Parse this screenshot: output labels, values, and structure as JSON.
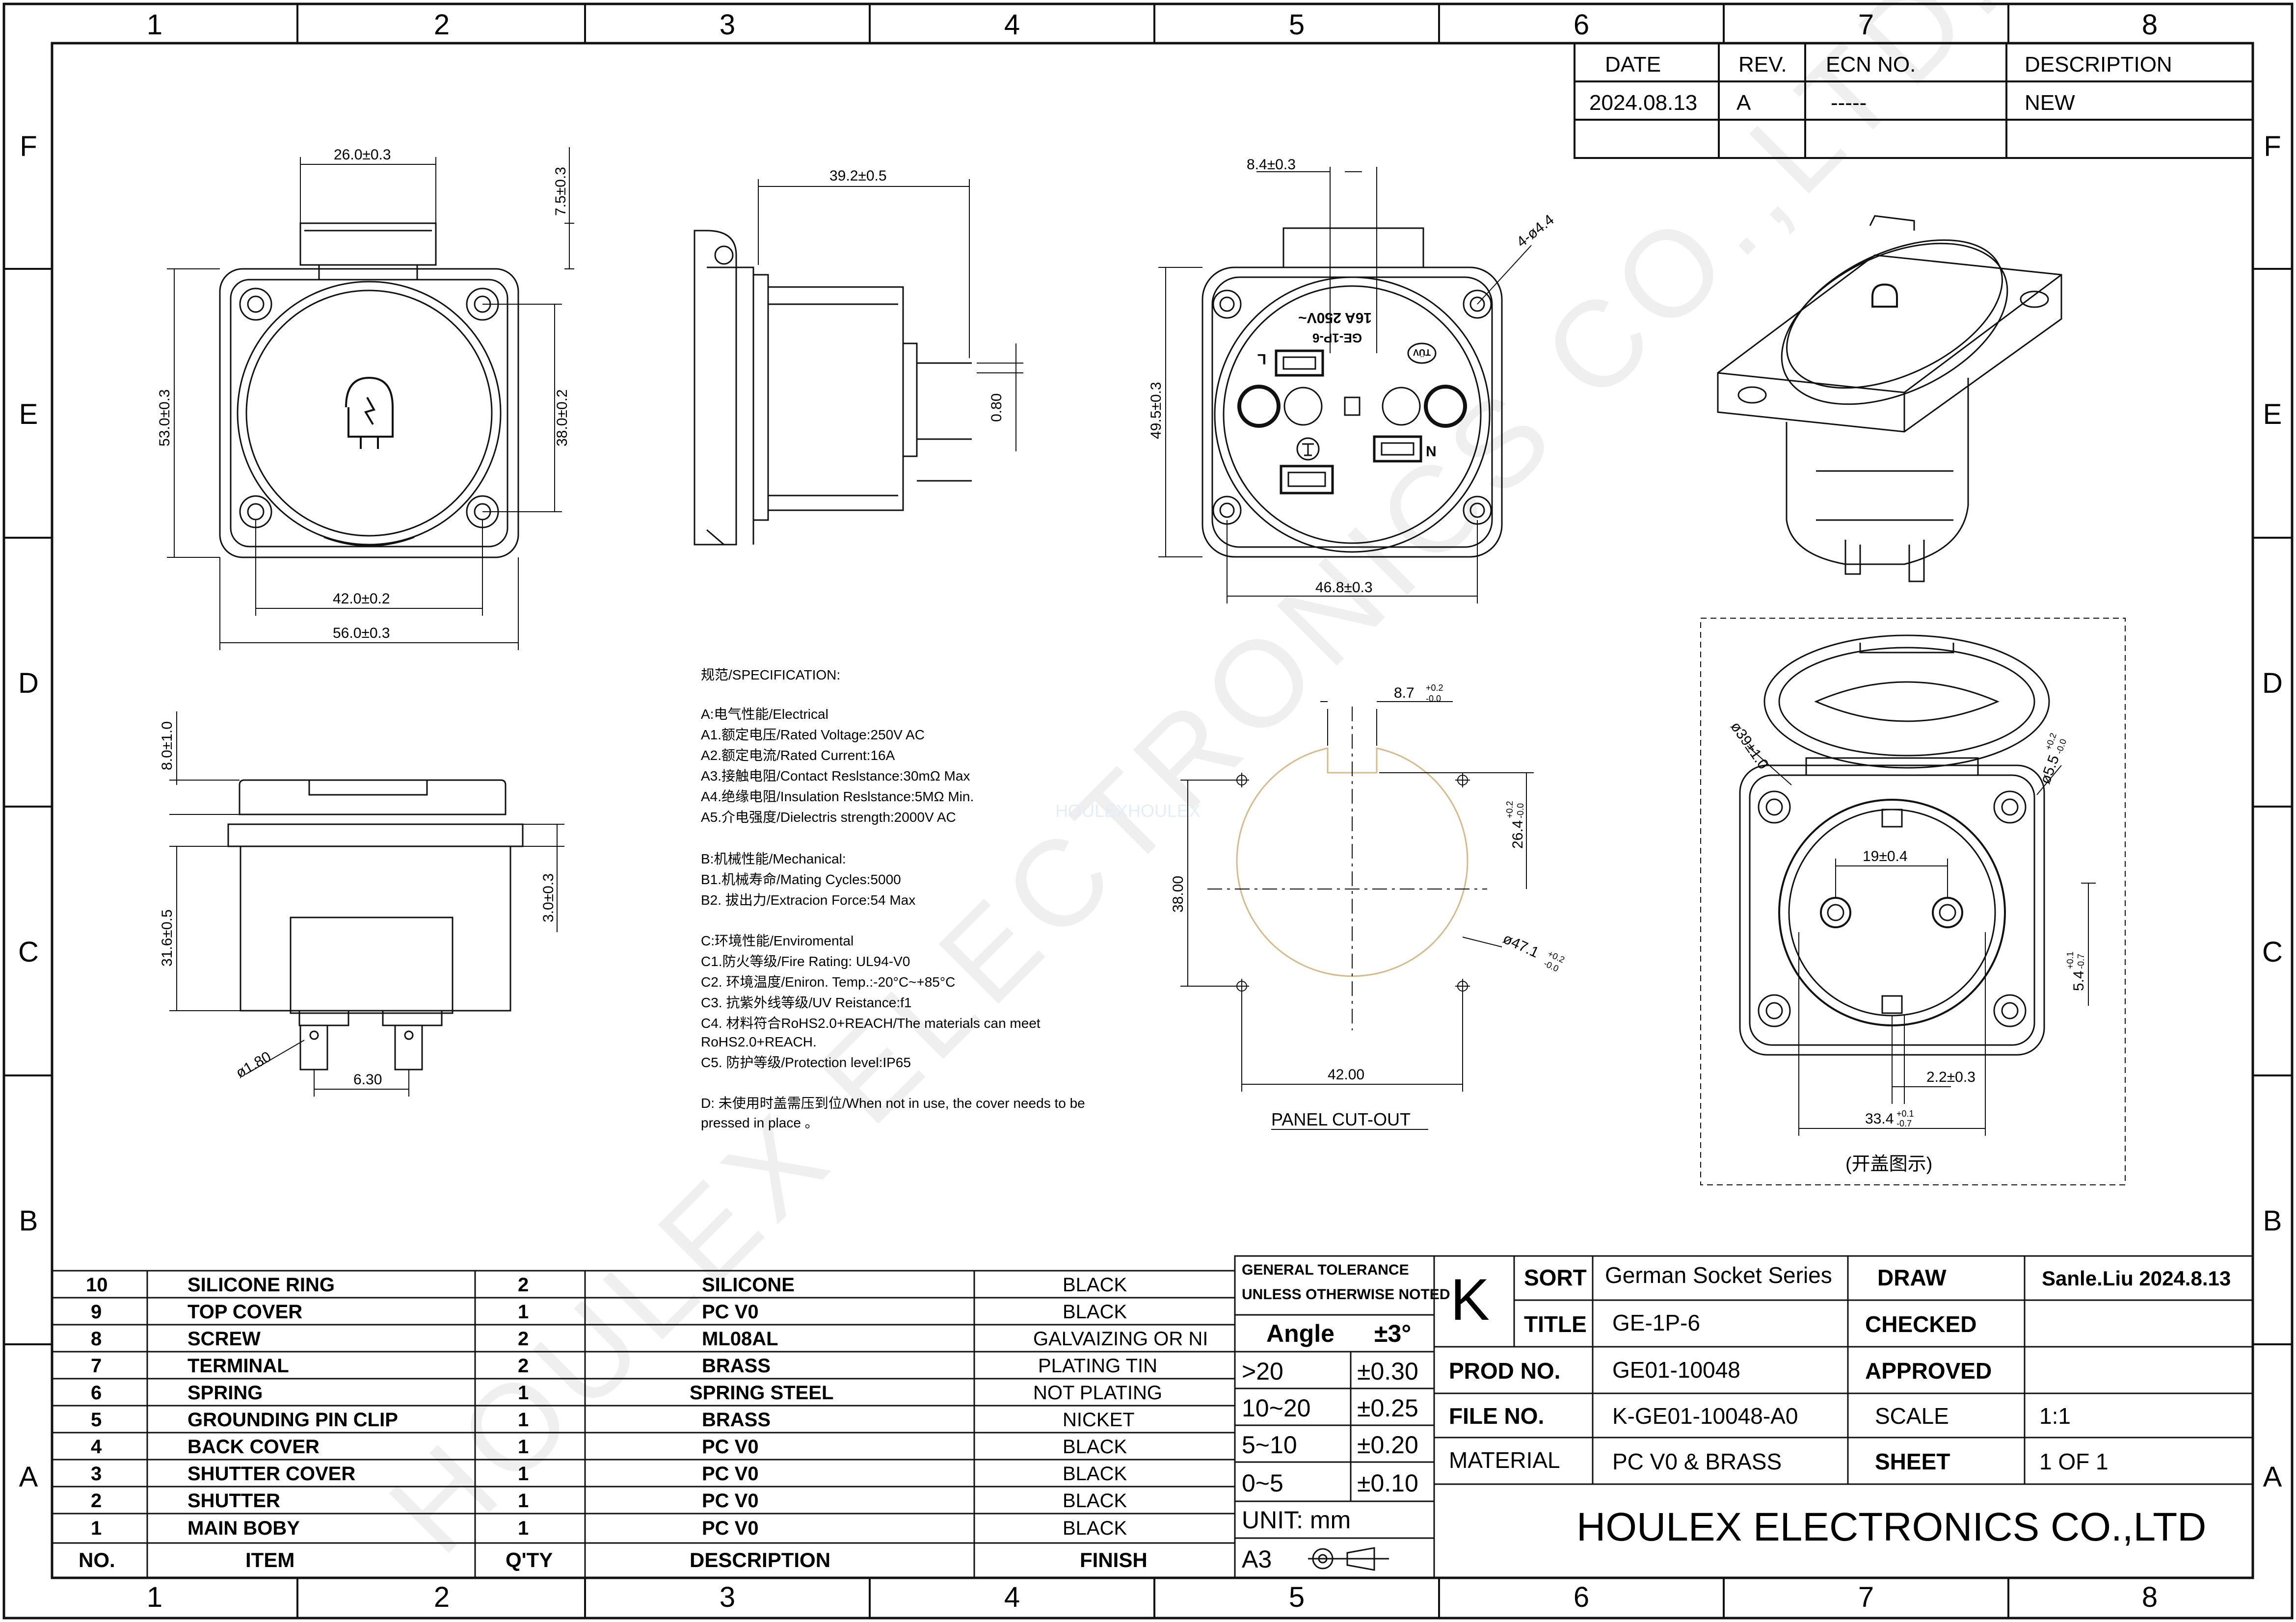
{
  "zone_columns": [
    "1",
    "2",
    "3",
    "4",
    "5",
    "6",
    "7",
    "8"
  ],
  "zone_rows": [
    "F",
    "E",
    "D",
    "C",
    "B",
    "A"
  ],
  "revision": {
    "headers": [
      "DATE",
      "REV.",
      "ECN NO.",
      "DESCRIPTION"
    ],
    "row": [
      "2024.08.13",
      "A",
      "-----",
      "NEW"
    ]
  },
  "watermark": {
    "text": "HOULEX ELECTRONICS CO.,LTD.",
    "small": "HOULEXHOULEX"
  },
  "dims": {
    "front_top": "26.0±0.3",
    "front_cover": "7.5±0.3",
    "front_h": "53.0±0.3",
    "front_hole_v": "38.0±0.2",
    "front_hole_h": "42.0±0.2",
    "front_w": "56.0±0.3",
    "side_depth": "39.2±0.5",
    "side_pin": "0.80",
    "back_pin": "8.4±0.3",
    "back_holes": "4-ø4.4",
    "back_h": "49.5±0.3",
    "back_w": "46.8±0.3",
    "bottom_cover": "8.0±1.0",
    "bottom_h": "31.6±0.5",
    "bottom_flange": "3.0±0.3",
    "bottom_pin_d": "ø1.80",
    "bottom_pin_pitch": "6.30",
    "cut_notch": "8.7",
    "cut_notch_tol": [
      "+0.2",
      "-0.0"
    ],
    "cut_26": "26.4",
    "cut_26_tol": [
      "+0.2",
      "-0.0"
    ],
    "cut_d": "ø47.1",
    "cut_d_tol": [
      "+0.2",
      "-0.0"
    ],
    "cut_38": "38.00",
    "cut_42": "42.00",
    "open_d39": "ø39±1.0",
    "open_d55": "ø5.5",
    "open_d55_tol": [
      "+0.2",
      "-0.0"
    ],
    "open_19": "19±0.4",
    "open_54": "5.4",
    "open_54_tol": [
      "+0.1",
      "-0.7"
    ],
    "open_22": "2.2±0.3",
    "open_334": "33.4",
    "open_334_tol": [
      "+0.1",
      "-0.7"
    ]
  },
  "back_marks": {
    "voltage": "16A 250V~",
    "model": "GE-1P-6",
    "tuv": "TÜV",
    "L": "L",
    "N": "N"
  },
  "labels": {
    "panel_cutout": "PANEL CUT-OUT",
    "open_view": "(开盖图示)"
  },
  "spec": [
    "规范/SPECIFICATION:",
    "",
    "A:电气性能/Electrical",
    "A1.额定电压/Rated Voltage:250V AC",
    "A2.额定电流/Rated Current:16A",
    "A3.接触电阻/Contact Reslstance:30mΩ Max",
    "A4.绝缘电阻/Insulation Reslstance:5MΩ Min.",
    "A5.介电强度/Dielectris strength:2000V AC",
    "",
    "B:机械性能/Mechanical:",
    "B1.机械寿命/Mating Cycles:5000",
    "B2. 拔出力/Extracion Force:54 Max",
    "",
    "C:环境性能/Enviromental",
    "C1.防火等级/Fire Rating: UL94-V0",
    "C2. 环境温度/Eniron. Temp.:-20°C~+85°C",
    "C3. 抗紫外线等级/UV Reistance:f1",
    "C4. 材料符合RoHS2.0+REACH/The materials can meet",
    "RoHS2.0+REACH.",
    "C5. 防护等级/Protection level:IP65",
    "",
    "D: 未使用时盖需压到位/When not in use, the cover needs to be",
    "pressed in place 。"
  ],
  "bom": {
    "headers": [
      "NO.",
      "ITEM",
      "Q'TY",
      "DESCRIPTION",
      "FINISH"
    ],
    "rows": [
      [
        "10",
        "SILICONE  RING",
        "2",
        "SILICONE",
        "BLACK"
      ],
      [
        "9",
        "TOP  COVER",
        "1",
        "PC  V0",
        "BLACK"
      ],
      [
        "8",
        "SCREW",
        "2",
        "ML08AL",
        "GALVAIZING  OR  NI"
      ],
      [
        "7",
        "TERMINAL",
        "2",
        "BRASS",
        "PLATING  TIN"
      ],
      [
        "6",
        "SPRING",
        "1",
        "SPRING  STEEL",
        "NOT  PLATING"
      ],
      [
        "5",
        "GROUNDING  PIN  CLIP",
        "1",
        "BRASS",
        "NICKET"
      ],
      [
        "4",
        "BACK  COVER",
        "1",
        "PC  V0",
        "BLACK"
      ],
      [
        "3",
        "SHUTTER  COVER",
        "1",
        "PC  V0",
        "BLACK"
      ],
      [
        "2",
        "SHUTTER",
        "1",
        "PC  V0",
        "BLACK"
      ],
      [
        "1",
        "MAIN  BOBY",
        "1",
        "PC  V0",
        "BLACK"
      ]
    ]
  },
  "tolerance": {
    "title1": "GENERAL TOLERANCE",
    "title2": "UNLESS OTHERWISE NOTED",
    "angle": [
      "Angle",
      "±3°"
    ],
    "rows": [
      [
        ">20",
        "±0.30"
      ],
      [
        "10~20",
        "±0.25"
      ],
      [
        "5~10",
        "±0.20"
      ],
      [
        "0~5",
        "±0.10"
      ]
    ],
    "unit": "UNIT:  mm",
    "size": "A3"
  },
  "title_block": {
    "k": "K",
    "sort_label": "SORT",
    "sort": "German Socket Series",
    "title_label": "TITLE",
    "title": "GE-1P-6",
    "prod_label": "PROD  NO.",
    "prod": "GE01-10048",
    "file_label": "FILE    NO.",
    "file": "K-GE01-10048-A0",
    "material_label": "MATERIAL",
    "material": "PC V0 & BRASS",
    "draw_label": "DRAW",
    "draw": "Sanle.Liu  2024.8.13",
    "checked_label": "CHECKED",
    "approved_label": "APPROVED",
    "scale_label": "SCALE",
    "scale": "1:1",
    "sheet_label": "SHEET",
    "sheet": "1  OF  1",
    "company": "HOULEX  ELECTRONICS  CO.,LTD"
  }
}
